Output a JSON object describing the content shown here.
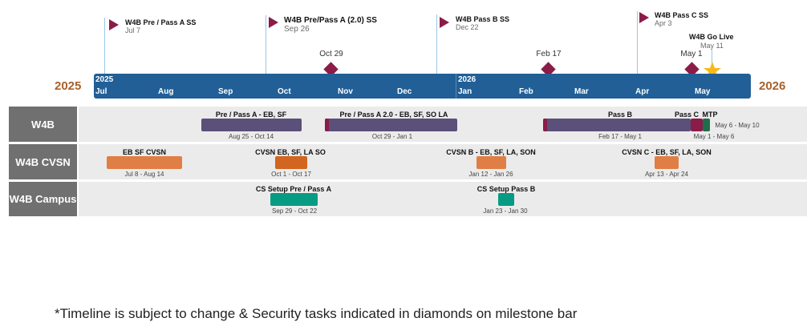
{
  "year_start": "2025",
  "year_end": "2026",
  "axis": {
    "years": [
      "2025",
      "2026"
    ],
    "months": [
      "Jul",
      "Aug",
      "Sep",
      "Oct",
      "Nov",
      "Dec",
      "Jan",
      "Feb",
      "Mar",
      "Apr",
      "May"
    ]
  },
  "flags": [
    {
      "title": "W4B Pre / Pass A SS",
      "date": "Jul 7"
    },
    {
      "title": "W4B Pre/Pass A (2.0) SS",
      "date": "Sep 26"
    },
    {
      "title": "W4B Pass B SS",
      "date": "Dec 22"
    },
    {
      "title": "W4B Pass C SS",
      "date": "Apr 3"
    }
  ],
  "golive": {
    "title": "W4B Go Live",
    "date": "May 11"
  },
  "diamonds": [
    {
      "label": "Oct 29"
    },
    {
      "label": "Feb 17"
    },
    {
      "label": "May 1"
    }
  ],
  "lanes": [
    "W4B",
    "W4B CVSN",
    "W4B Campus"
  ],
  "tasks": {
    "w4b": [
      {
        "title": "Pre / Pass A - EB, SF",
        "date": "Aug 25 - Oct 14"
      },
      {
        "title": "Pre / Pass A 2.0 - EB, SF, SO LA",
        "date": "Oct 29 - Jan 1"
      },
      {
        "title": "Pass B",
        "date": "Feb 17 - May 1"
      },
      {
        "title": "Pass C",
        "date": "May 1 - May 6"
      },
      {
        "title": "MTP",
        "date": "May 6 - May 10"
      }
    ],
    "cvsn": [
      {
        "title": "EB SF CVSN",
        "date": "Jul 8 - Aug 14"
      },
      {
        "title": "CVSN EB, SF, LA SO",
        "date": "Oct 1 - Oct 17"
      },
      {
        "title": "CVSN B - EB, SF, LA, SON",
        "date": "Jan 12 - Jan 26"
      },
      {
        "title": "CVSN C - EB, SF, LA, SON",
        "date": "Apr 13 - Apr 24"
      }
    ],
    "campus": [
      {
        "title": "CS Setup Pre / Pass A",
        "date": "Sep 29 - Oct 22"
      },
      {
        "title": "CS Setup Pass B",
        "date": "Jan 23 - Jan 30"
      }
    ]
  },
  "colors": {
    "axis": "#215f96",
    "milestone": "#8b1c48",
    "w4b_task": "#5a5079",
    "cvsn_task": "#e07f45",
    "cvsn_task_dark": "#d2651f",
    "campus_task": "#079b83",
    "mtp": "#1f6d4a",
    "star": "#f6b81b",
    "year_text": "#a8612c"
  },
  "footnote": "*Timeline is subject to change & Security tasks indicated in diamonds on milestone bar"
}
